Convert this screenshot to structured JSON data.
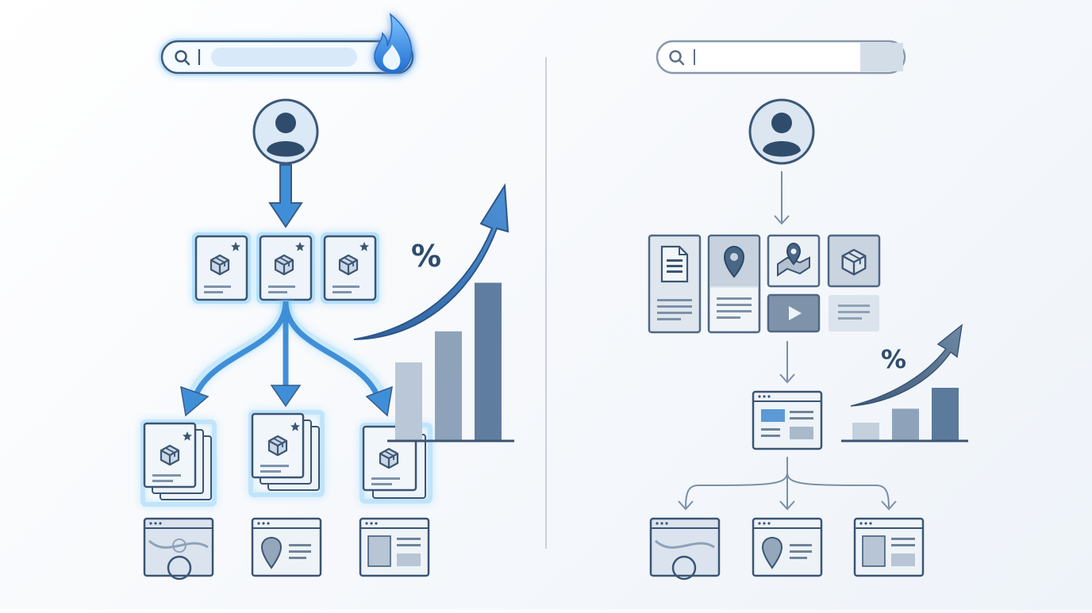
{
  "left_panel": {
    "search_bar": {
      "icon": "search-icon",
      "badge_icon": "flame-icon"
    },
    "percent_label": "%",
    "chart_data": {
      "type": "bar",
      "categories": [
        "",
        "",
        ""
      ],
      "values": [
        40,
        56,
        81
      ],
      "ylim": [
        0,
        100
      ],
      "grid": false
    },
    "colors": {
      "accent": "#3f8fd8",
      "glow": "#7fc4f5",
      "stroke": "#3d5a7a"
    }
  },
  "right_panel": {
    "search_bar": {
      "icon": "search-icon"
    },
    "percent_label": "%",
    "chart_data": {
      "type": "bar",
      "categories": [
        "",
        "",
        ""
      ],
      "values": [
        10,
        18,
        30
      ],
      "ylim": [
        0,
        40
      ],
      "grid": false
    },
    "colors": {
      "stroke": "#43607f",
      "fill": "#c9d6e3"
    }
  }
}
